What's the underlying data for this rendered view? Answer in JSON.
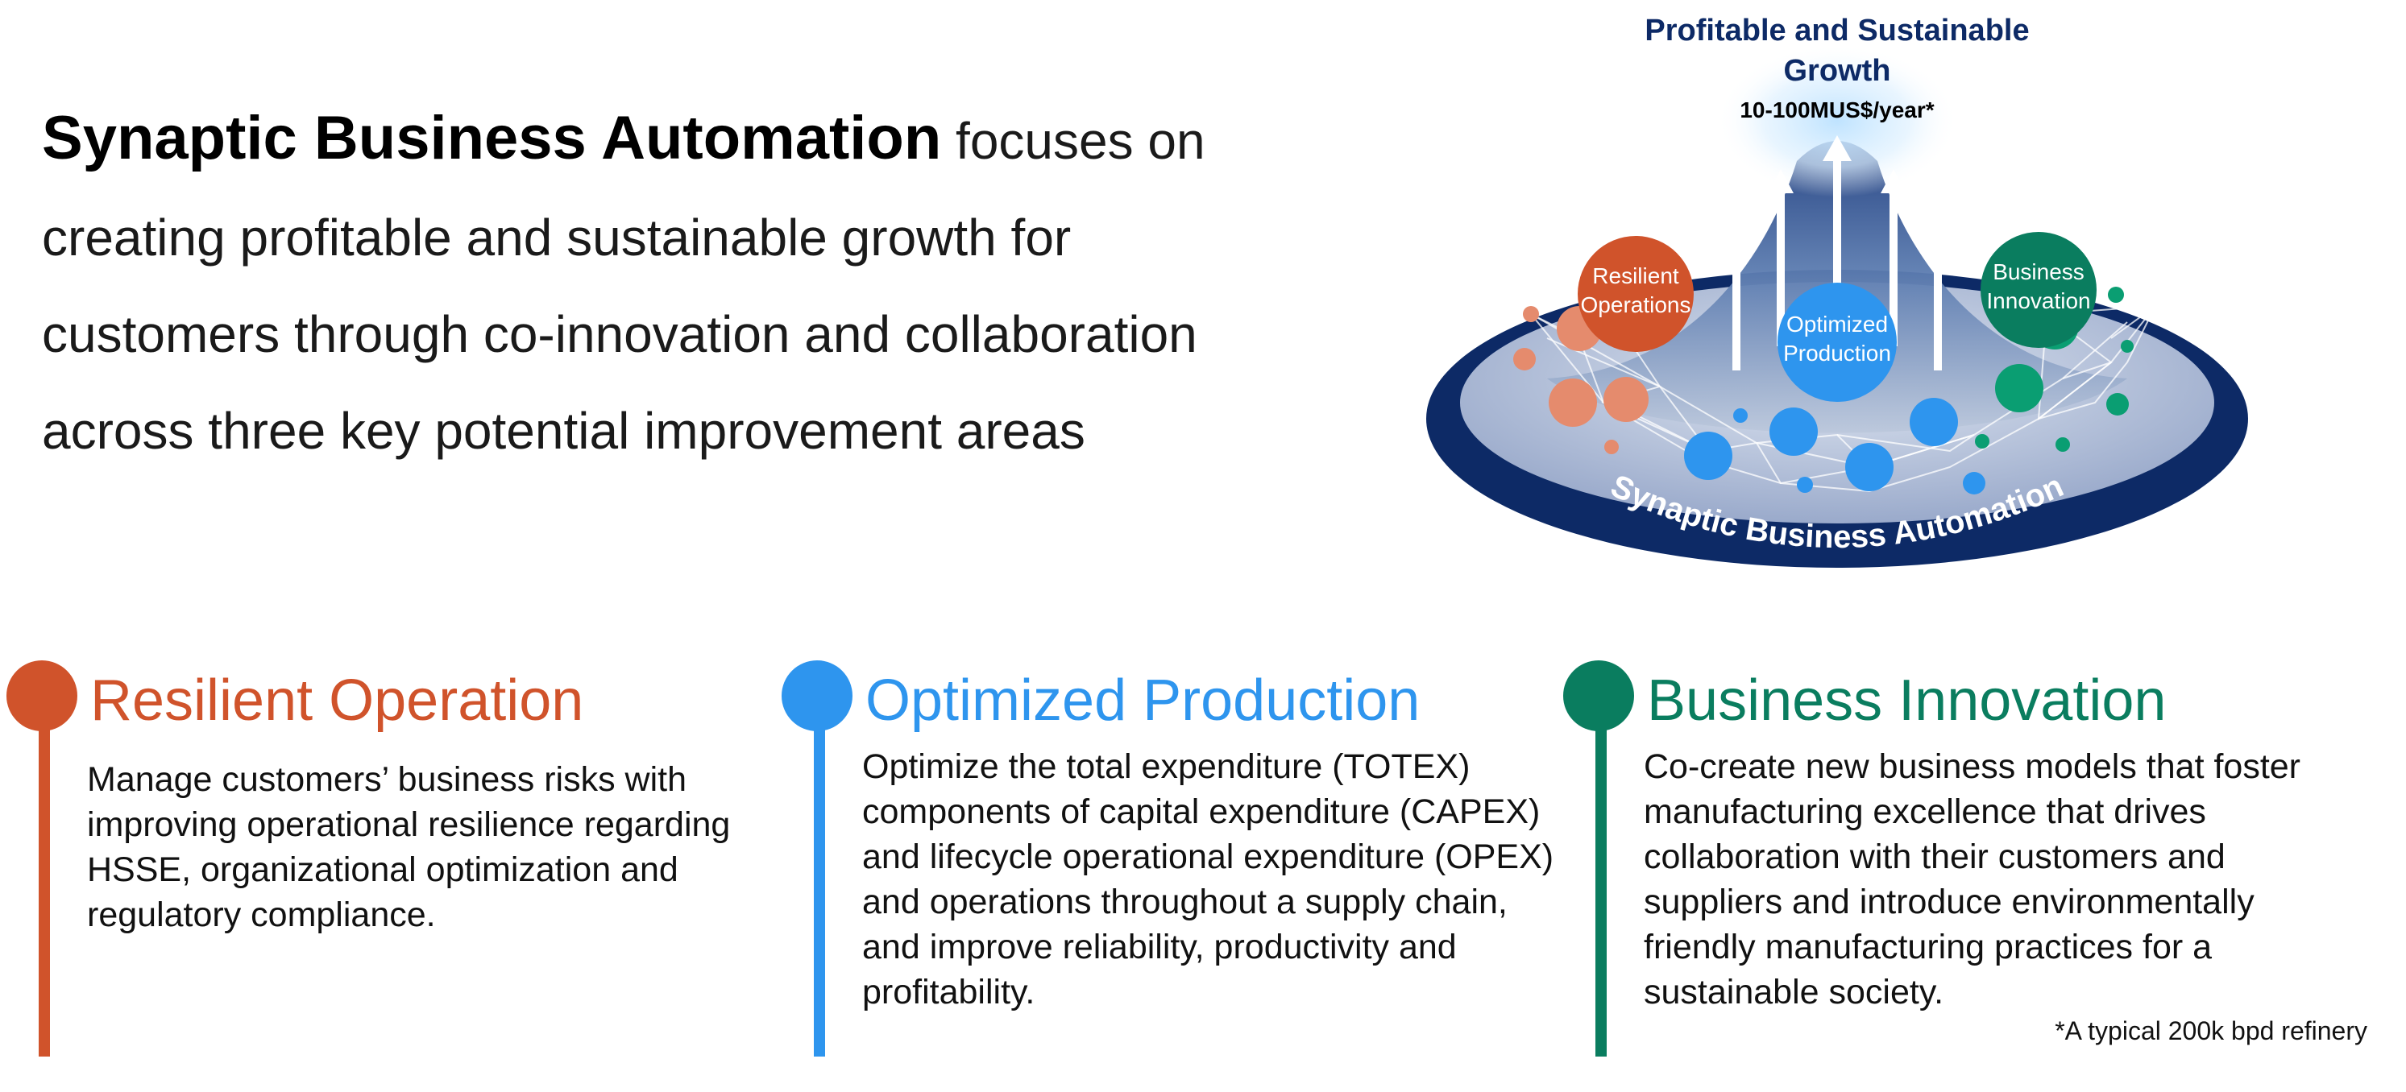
{
  "colors": {
    "resilient": "#d0532b",
    "optimized": "#2e95ee",
    "innovation": "#0a7d5f",
    "navy": "#0d2a66"
  },
  "intro": {
    "brand": "Synaptic Business Automation",
    "lead": " focuses on",
    "lines": [
      "creating profitable and sustainable growth for",
      "customers through co-innovation and collaboration",
      "across three key potential improvement areas"
    ]
  },
  "diagram": {
    "title_line1": "Profitable and Sustainable",
    "title_line2": "Growth",
    "subtitle": "10-100MUS$/year*",
    "ring_label": "Synaptic Business Automation",
    "node_resilient": [
      "Resilient",
      "Operations"
    ],
    "node_optimized": [
      "Optimized",
      "Production"
    ],
    "node_innovation": [
      "Business",
      "Innovation"
    ]
  },
  "areas": [
    {
      "title": "Resilient Operation",
      "body": "Manage customers’ business risks with improving operational resilience regarding HSSE, organizational optimization and regulatory compliance."
    },
    {
      "title": "Optimized Production",
      "body": "Optimize the total expenditure (TOTEX) components of capital expenditure (CAPEX) and lifecycle operational expenditure (OPEX) and operations throughout a supply chain, and improve reliability, productivity and profitability."
    },
    {
      "title": "Business Innovation",
      "body": "Co-create new business models that foster manufacturing excellence that drives collaboration with their customers and suppliers and introduce environmentally friendly manufacturing practices for a sustainable society."
    }
  ],
  "footnote": "*A typical 200k bpd refinery"
}
